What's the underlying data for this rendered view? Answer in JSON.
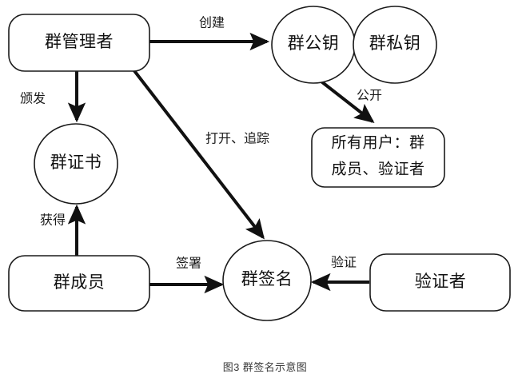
{
  "figure": {
    "caption": "图3 群签名示意图",
    "background_color": "#ffffff",
    "stroke_color": "#111111",
    "text_color": "#111111"
  },
  "nodes": {
    "group_manager": {
      "label": "群管理者",
      "shape": "rounded-rect"
    },
    "group_public_key": {
      "label": "群公钥",
      "shape": "circle"
    },
    "group_private_key": {
      "label": "群私钥",
      "shape": "circle"
    },
    "all_users": {
      "label_line1": "所有用户：群",
      "label_line2": "成员、验证者",
      "shape": "rounded-rect"
    },
    "group_certificate": {
      "label": "群证书",
      "shape": "circle"
    },
    "group_signature": {
      "label": "群签名",
      "shape": "circle"
    },
    "group_member": {
      "label": "群成员",
      "shape": "rounded-rect"
    },
    "verifier": {
      "label": "验证者",
      "shape": "rounded-rect"
    }
  },
  "edges": {
    "create": {
      "label": "创建",
      "from": "group_manager",
      "to": "group_public_key"
    },
    "issue": {
      "label": "颁发",
      "from": "group_manager",
      "to": "group_certificate"
    },
    "open_trace": {
      "label": "打开、追踪",
      "from": "group_manager",
      "to": "group_signature"
    },
    "publish": {
      "label": "公开",
      "from": "group_public_key",
      "to": "all_users"
    },
    "obtain": {
      "label": "获得",
      "from": "group_member",
      "to": "group_certificate"
    },
    "sign": {
      "label": "签署",
      "from": "group_member",
      "to": "group_signature"
    },
    "verify": {
      "label": "验证",
      "from": "verifier",
      "to": "group_signature"
    }
  }
}
